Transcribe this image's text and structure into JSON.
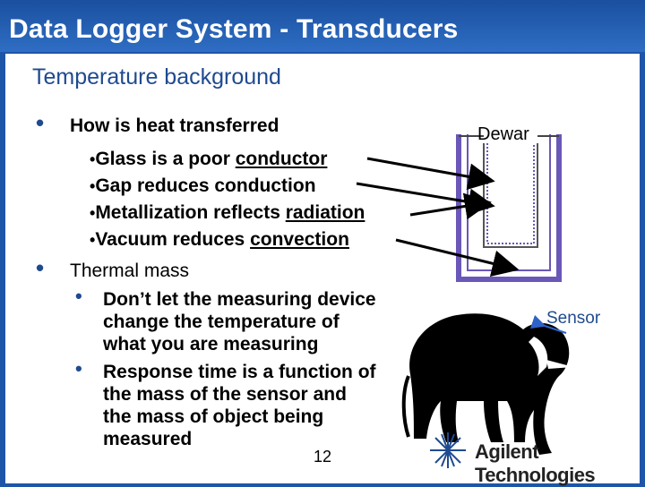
{
  "slide": {
    "title": "Data Logger System - Transducers",
    "section": "Temperature background",
    "page_number": "12",
    "logo_text": "Agilent Technologies"
  },
  "bullets": [
    {
      "label": "How is heat transferred",
      "subitems": [
        {
          "pre": "Glass is a poor ",
          "u": "conductor"
        },
        {
          "pre": "Gap reduces conduction",
          "u": ""
        },
        {
          "pre": "Metallization reflects ",
          "u": "radiation"
        },
        {
          "pre": "Vacuum reduces ",
          "u": "convection"
        }
      ]
    },
    {
      "label": "Thermal mass",
      "subitems": [
        {
          "lines": [
            "Don’t let the measuring device",
            "change the temperature of",
            "what you are measuring"
          ]
        },
        {
          "lines": [
            "Response time is a function of",
            "the mass of the sensor and",
            "the mass of object being",
            "measured"
          ]
        }
      ]
    }
  ],
  "diagram": {
    "dewar_label": "Dewar",
    "sensor_label": "Sensor"
  },
  "colors": {
    "title_bg": "#1f55a8",
    "heading": "#1f4a8f",
    "dewar_outline": "#6b57b8",
    "sensor_arrow": "#2f62c8"
  }
}
